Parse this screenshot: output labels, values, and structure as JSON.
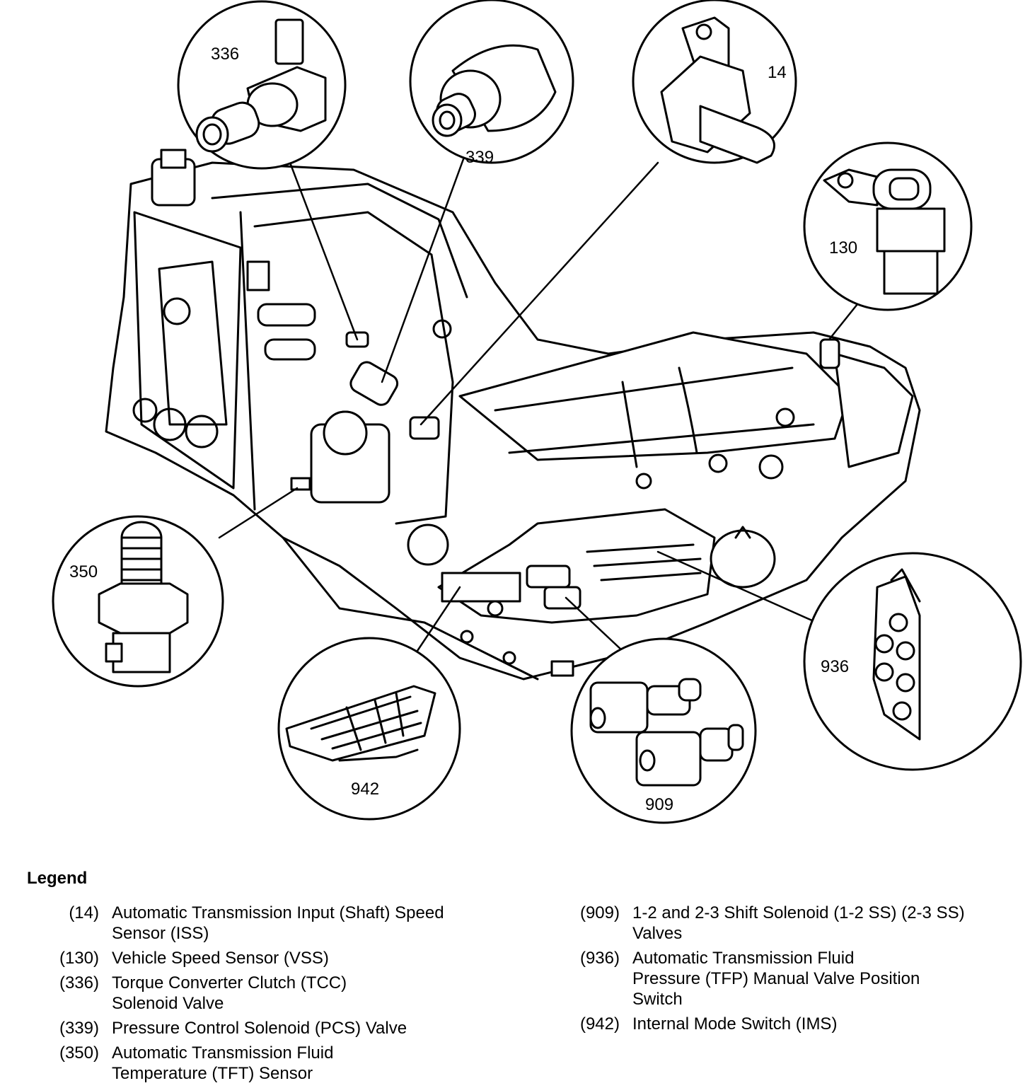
{
  "callouts": {
    "c336": "336",
    "c339": "339",
    "c14": "14",
    "c130": "130",
    "c350": "350",
    "c936": "936",
    "c942": "942",
    "c909": "909"
  },
  "legend": {
    "title": "Legend",
    "left": [
      {
        "code": "(14)",
        "text": "Automatic Transmission Input (Shaft) Speed\nSensor (ISS)"
      },
      {
        "code": "(130)",
        "text": "Vehicle Speed Sensor (VSS)"
      },
      {
        "code": "(336)",
        "text": "Torque Converter Clutch (TCC)\nSolenoid Valve"
      },
      {
        "code": "(339)",
        "text": "Pressure Control Solenoid (PCS) Valve"
      },
      {
        "code": "(350)",
        "text": "Automatic Transmission Fluid\nTemperature (TFT) Sensor"
      }
    ],
    "right": [
      {
        "code": "(909)",
        "text": "1-2 and 2-3 Shift Solenoid (1-2 SS) (2-3 SS)\nValves"
      },
      {
        "code": "(936)",
        "text": "Automatic Transmission Fluid\nPressure (TFP) Manual Valve Position\nSwitch"
      },
      {
        "code": "(942)",
        "text": "Internal Mode Switch (IMS)"
      }
    ]
  }
}
